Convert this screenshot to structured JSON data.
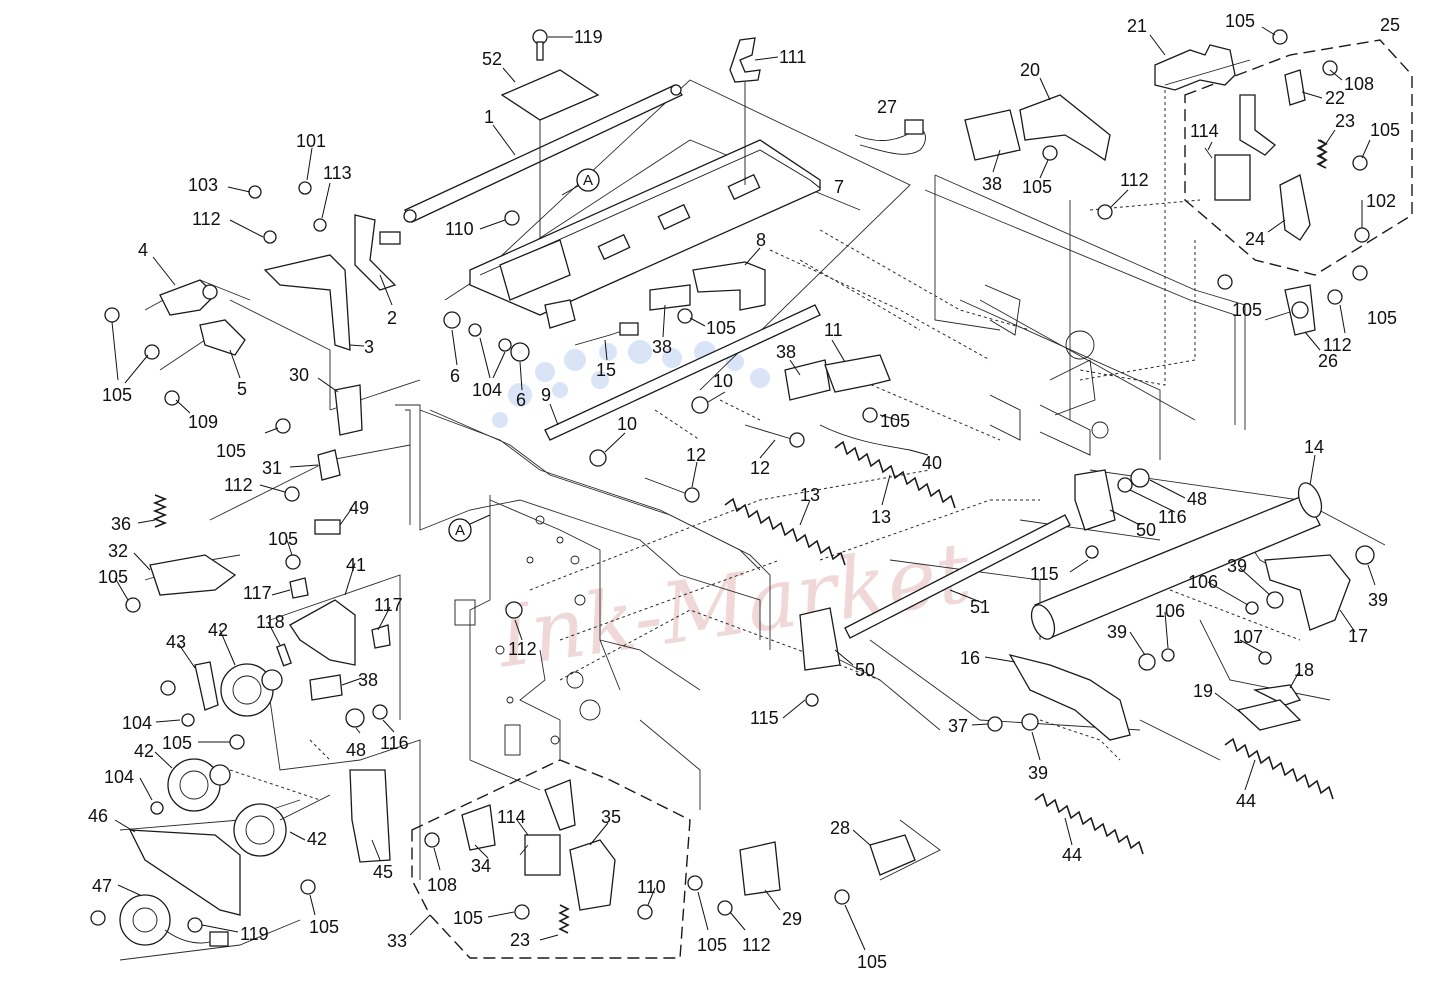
{
  "watermark": {
    "text": "Ink-Market"
  },
  "reference_mark": "A",
  "callouts": [
    {
      "id": "c119a",
      "text": "119"
    },
    {
      "id": "c52",
      "text": "52"
    },
    {
      "id": "c111",
      "text": "111"
    },
    {
      "id": "c105a",
      "text": "105"
    },
    {
      "id": "c21",
      "text": "21"
    },
    {
      "id": "c25",
      "text": "25"
    },
    {
      "id": "c108a",
      "text": "108"
    },
    {
      "id": "c1",
      "text": "1"
    },
    {
      "id": "c20",
      "text": "20"
    },
    {
      "id": "c22",
      "text": "22"
    },
    {
      "id": "c27",
      "text": "27"
    },
    {
      "id": "c114a",
      "text": "114"
    },
    {
      "id": "c23a",
      "text": "23"
    },
    {
      "id": "c105b",
      "text": "105"
    },
    {
      "id": "c101",
      "text": "101"
    },
    {
      "id": "c113",
      "text": "113"
    },
    {
      "id": "c103",
      "text": "103"
    },
    {
      "id": "c7",
      "text": "7"
    },
    {
      "id": "c38a",
      "text": "38"
    },
    {
      "id": "c105c",
      "text": "105"
    },
    {
      "id": "c112a",
      "text": "112"
    },
    {
      "id": "c110a",
      "text": "110"
    },
    {
      "id": "c102",
      "text": "102"
    },
    {
      "id": "c112b",
      "text": "112"
    },
    {
      "id": "c24",
      "text": "24"
    },
    {
      "id": "c8",
      "text": "8"
    },
    {
      "id": "c4",
      "text": "4"
    },
    {
      "id": "c105d",
      "text": "105"
    },
    {
      "id": "c105e",
      "text": "105"
    },
    {
      "id": "c2",
      "text": "2"
    },
    {
      "id": "c38b",
      "text": "38"
    },
    {
      "id": "c105f",
      "text": "105"
    },
    {
      "id": "c112c",
      "text": "112"
    },
    {
      "id": "c3",
      "text": "3"
    },
    {
      "id": "c11",
      "text": "11"
    },
    {
      "id": "c26",
      "text": "26"
    },
    {
      "id": "c38c",
      "text": "38"
    },
    {
      "id": "c6a",
      "text": "6"
    },
    {
      "id": "c15",
      "text": "15"
    },
    {
      "id": "c6b",
      "text": "6"
    },
    {
      "id": "c5",
      "text": "5"
    },
    {
      "id": "c104a",
      "text": "104"
    },
    {
      "id": "c105g",
      "text": "105"
    },
    {
      "id": "c10a",
      "text": "10"
    },
    {
      "id": "c30",
      "text": "30"
    },
    {
      "id": "c9",
      "text": "9"
    },
    {
      "id": "c105h",
      "text": "105"
    },
    {
      "id": "c109",
      "text": "109"
    },
    {
      "id": "c10b",
      "text": "10"
    },
    {
      "id": "c105i",
      "text": "105"
    },
    {
      "id": "c40",
      "text": "40"
    },
    {
      "id": "c12a",
      "text": "12"
    },
    {
      "id": "c12b",
      "text": "12"
    },
    {
      "id": "c14",
      "text": "14"
    },
    {
      "id": "c31",
      "text": "31"
    },
    {
      "id": "c112d",
      "text": "112"
    },
    {
      "id": "c13a",
      "text": "13"
    },
    {
      "id": "c13b",
      "text": "13"
    },
    {
      "id": "c48a",
      "text": "48"
    },
    {
      "id": "c49",
      "text": "49"
    },
    {
      "id": "c116a",
      "text": "116"
    },
    {
      "id": "c50a",
      "text": "50"
    },
    {
      "id": "c36",
      "text": "36"
    },
    {
      "id": "c32",
      "text": "32"
    },
    {
      "id": "c105j",
      "text": "105"
    },
    {
      "id": "c41",
      "text": "41"
    },
    {
      "id": "c115a",
      "text": "115"
    },
    {
      "id": "c106a",
      "text": "106"
    },
    {
      "id": "c39a",
      "text": "39"
    },
    {
      "id": "c105k",
      "text": "105"
    },
    {
      "id": "c117a",
      "text": "117"
    },
    {
      "id": "c117b",
      "text": "117"
    },
    {
      "id": "c51",
      "text": "51"
    },
    {
      "id": "c39b",
      "text": "39"
    },
    {
      "id": "c106b",
      "text": "106"
    },
    {
      "id": "c39c",
      "text": "39"
    },
    {
      "id": "c17",
      "text": "17"
    },
    {
      "id": "c43",
      "text": "43"
    },
    {
      "id": "c42a",
      "text": "42"
    },
    {
      "id": "c118",
      "text": "118"
    },
    {
      "id": "c112e",
      "text": "112"
    },
    {
      "id": "c107",
      "text": "107"
    },
    {
      "id": "c16",
      "text": "16"
    },
    {
      "id": "c50b",
      "text": "50"
    },
    {
      "id": "c18",
      "text": "18"
    },
    {
      "id": "c38d",
      "text": "38"
    },
    {
      "id": "c19",
      "text": "19"
    },
    {
      "id": "c104b",
      "text": "104"
    },
    {
      "id": "c37",
      "text": "37"
    },
    {
      "id": "c115b",
      "text": "115"
    },
    {
      "id": "c105l",
      "text": "105"
    },
    {
      "id": "c48b",
      "text": "48"
    },
    {
      "id": "c116b",
      "text": "116"
    },
    {
      "id": "c42b",
      "text": "42"
    },
    {
      "id": "c39d",
      "text": "39"
    },
    {
      "id": "c104c",
      "text": "104"
    },
    {
      "id": "c44a",
      "text": "44"
    },
    {
      "id": "c46",
      "text": "46"
    },
    {
      "id": "c114b",
      "text": "114"
    },
    {
      "id": "c35",
      "text": "35"
    },
    {
      "id": "c28",
      "text": "28"
    },
    {
      "id": "c42c",
      "text": "42"
    },
    {
      "id": "c108b",
      "text": "108"
    },
    {
      "id": "c34",
      "text": "34"
    },
    {
      "id": "c45",
      "text": "45"
    },
    {
      "id": "c44b",
      "text": "44"
    },
    {
      "id": "c47",
      "text": "47"
    },
    {
      "id": "c110b",
      "text": "110"
    },
    {
      "id": "c29",
      "text": "29"
    },
    {
      "id": "c119b",
      "text": "119"
    },
    {
      "id": "c105m",
      "text": "105"
    },
    {
      "id": "c23b",
      "text": "23"
    },
    {
      "id": "c105n",
      "text": "105"
    },
    {
      "id": "c112f",
      "text": "112"
    },
    {
      "id": "c33",
      "text": "33"
    },
    {
      "id": "c105o",
      "text": "105"
    },
    {
      "id": "c105p",
      "text": "105"
    }
  ]
}
